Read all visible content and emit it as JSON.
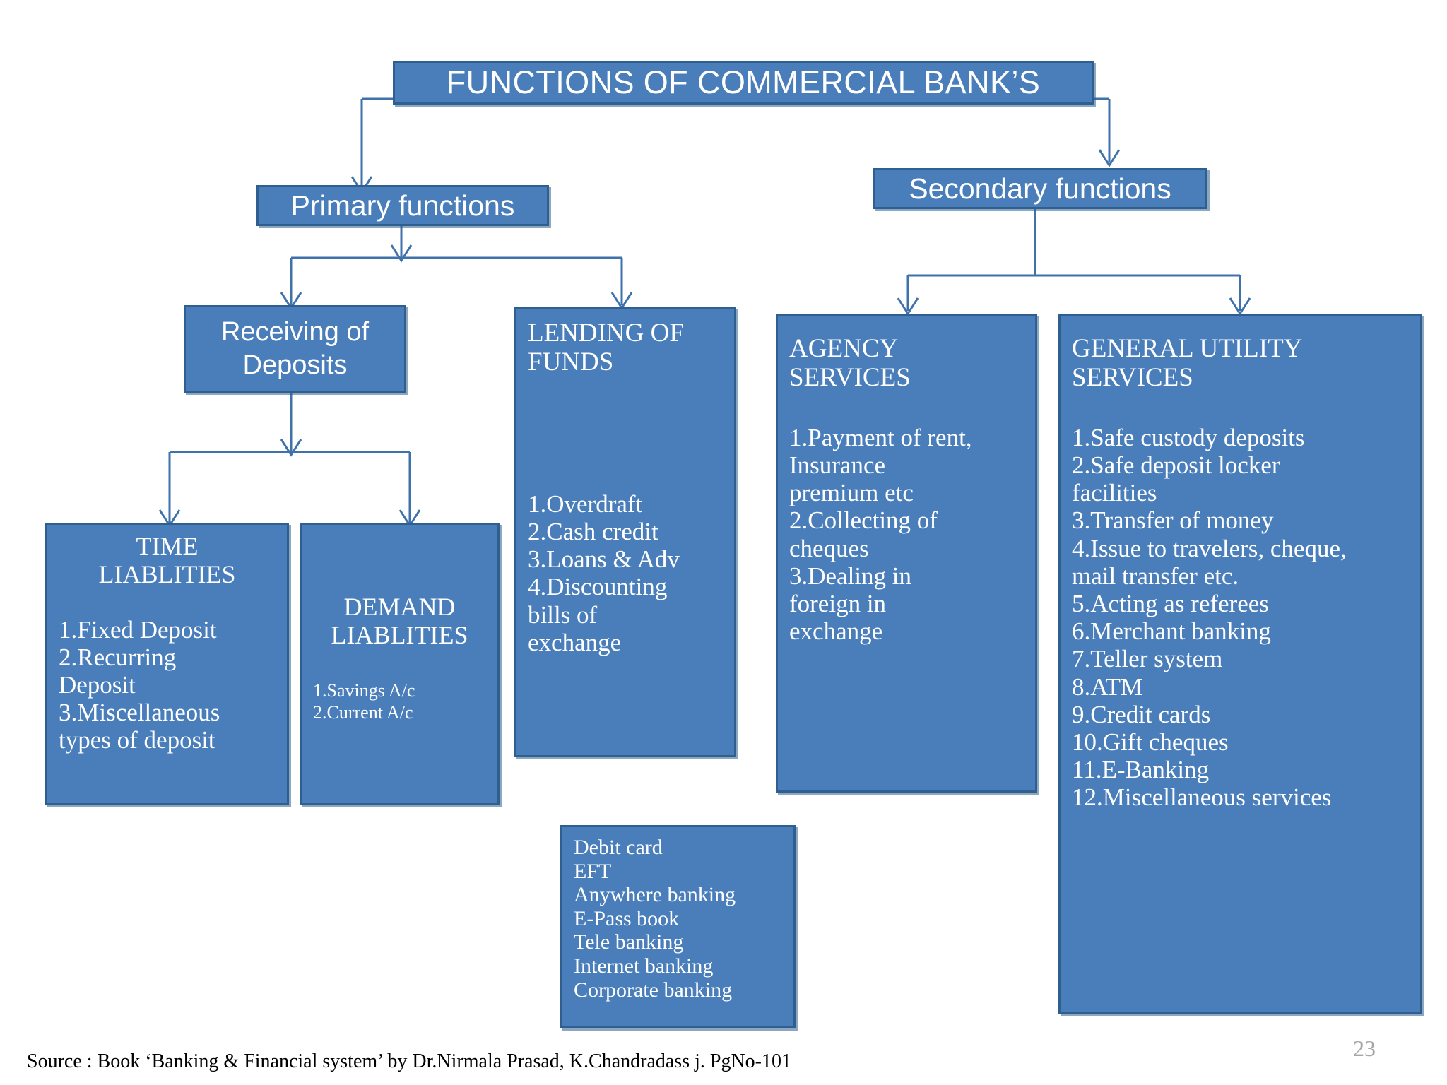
{
  "slide": {
    "page_number": "23",
    "source_note": "Source : Book ‘Banking & Financial system’ by Dr.Nirmala Prasad, K.Chandradass j. PgNo-101",
    "colors": {
      "box_fill": "#4a7ebb",
      "box_border": "#2e5f8f",
      "connector": "#3f72ab",
      "text": "#ffffff",
      "page_number": "#a6a6a6"
    }
  },
  "nodes": {
    "root": {
      "title": "FUNCTIONS OF COMMERCIAL BANK’S"
    },
    "primary": {
      "title": "Primary functions"
    },
    "secondary": {
      "title": "Secondary functions"
    },
    "receiving_deposits": {
      "title": "Receiving of\nDeposits"
    },
    "lending_of_funds": {
      "title": "LENDING OF\nFUNDS",
      "items": [
        "1.Overdraft",
        "2.Cash credit",
        "3.Loans & Adv",
        "4.Discounting",
        "bills of",
        "exchange"
      ]
    },
    "time_liablities": {
      "title": "TIME\nLIABLITIES",
      "items": [
        "1.Fixed Deposit",
        "2.Recurring",
        "Deposit",
        "3.Miscellaneous",
        "types of deposit"
      ]
    },
    "demand_liablities": {
      "title": "DEMAND\nLIABLITIES",
      "items": [
        "1.Savings A/c",
        "2.Current A/c"
      ]
    },
    "agency_services": {
      "title": "AGENCY\nSERVICES",
      "items": [
        "1.Payment of rent,",
        "Insurance",
        "premium etc",
        "2.Collecting of",
        "cheques",
        "3.Dealing in",
        "foreign in",
        "exchange"
      ]
    },
    "general_utility_services": {
      "title": "GENERAL UTILITY\nSERVICES",
      "items": [
        "1.Safe custody deposits",
        "2.Safe deposit locker",
        "facilities",
        "3.Transfer of money",
        "4.Issue to travelers, cheque,",
        "mail transfer etc.",
        "5.Acting as referees",
        "6.Merchant banking",
        "7.Teller system",
        "8.ATM",
        "9.Credit cards",
        "10.Gift cheques",
        "11.E-Banking",
        "12.Miscellaneous services"
      ]
    },
    "e_services": {
      "items": [
        "Debit card",
        "EFT",
        "Anywhere banking",
        "E-Pass book",
        "Tele banking",
        "Internet banking",
        "Corporate banking"
      ]
    }
  }
}
